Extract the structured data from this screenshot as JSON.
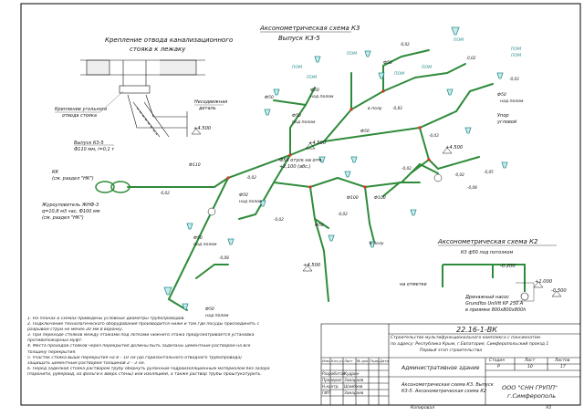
{
  "titles": {
    "k3_title": "Аксонометрическая схема К3",
    "k3_sub": "Выпуск К3-5",
    "k2_title": "Аксонометрическая схема К2",
    "mount_title": "Крепление отвода канализационного",
    "mount_title2": "стояка к лежаку"
  },
  "mount_labels": {
    "bracket": "Крепление угольного",
    "bracket2": "отвода стояка",
    "wall": "Несодвижная",
    "wall2": "деталь"
  },
  "labels": {
    "vypusk": "Выпуск К3-5",
    "vypusk_d": "Ф110 мм, i=0,1 т",
    "kk": "КК",
    "kk_sub": "(см. раздел \"НК\")",
    "zhb": "Журоуловитель ЖНФ-3",
    "zhb_sub": "q=10,8 м3 час, Ф100 мм",
    "zhb_sub2": "(см. раздел \"НК\")",
    "k3_pol": "К3 ф50 под потолком",
    "drain_pump": "Дренажный насос",
    "drain_pump2": "Grundfos Unilift KP 250 A",
    "drain_pump3": "в приямке 800х800х800h",
    "nasosnoi": "на отметке",
    "upor": "Упор",
    "upor2": "угловой",
    "otm1": "Ф50 отуск на отм.",
    "otm2": "+2,100 (абс.)"
  },
  "fittings": [
    "ПОМ",
    "ПОМ",
    "ПОМ",
    "ПОМ",
    "ПОМ",
    "ПОМ",
    "ПОМ",
    "ПОМ"
  ],
  "pipe_notes": [
    "Ф50",
    "Ф50",
    "Ф50",
    "Ф50",
    "Ф50",
    "Ф50",
    "Ф50",
    "Ф100",
    "Ф100",
    "Ф110",
    "Ф50",
    "Ф50",
    "Ф50"
  ],
  "pol": [
    "над полом",
    "в полу",
    "над полом",
    "под полом",
    "в полу",
    "над полом",
    "под полом",
    "над полом"
  ],
  "levels": [
    "+4.500",
    "+4.500",
    "+4.500",
    "+4.500",
    "+1.000",
    "-0.500",
    "-0.200",
    "-0,02",
    "-0,02",
    "0,02",
    "-0,02",
    "-0,03",
    "-0,02",
    "-0,08",
    "-0,02",
    "-0,08",
    "-0,02",
    "-0,83",
    "-0,02",
    "-0,03",
    "-0,05"
  ],
  "notes": [
    "1.     На планах и схемах приведены условные диаметры трубопроводов.",
    "2.     Подключение технологического оборудования производится ниже и там где посуды присоединять с",
    "разрывом струи не менее 20 мм в воронку.",
    "3.     При переходе стояков между этажами под лотками нижнего этажа предусматривается установка",
    "противопожарных муфт.",
    "4.     Места проходов стояков через перекрытия должны быть заделаны цементным раствором на все",
    "толщину перекрытия.",
    "5.     Участок стояка выше перекрытия на 8 – 10 см (до горизонтального отводного трубопровода)",
    "защищать цементным раствором толщиной 2 – 3 см.",
    "6.     Перед заделкой стояка раствором трубу обернуть рулонным гидроизоляционным материалом без зазора",
    "(паронити, рубероид, из фольги к вверх стены) или изоляцией, а также раствор трубы проштукатурить."
  ],
  "titleblock": {
    "code": "22.16-1-ВК",
    "project": "Строительство мультифункционального комплекса с пансионатом",
    "project2": "по адресу: Республика Крым, г.Евпатория, Симферопольский проезд 1",
    "project3": "Первый этап строительства",
    "building": "Административное здание",
    "stage_h": "Стадия",
    "sheet_h": "Лист",
    "sheets_h": "Листов",
    "stage": "Р",
    "sheet": "10",
    "sheets": "17",
    "drawing": "Аксонометрическая схема К3. Выпуск",
    "drawing2": "К3-5. Аксонометрическая схема К2",
    "company": "ООО \"СНН ГРУПП\"",
    "city": "г.Симферополь",
    "rows": [
      "Разработал",
      "Проверил",
      "Н.контр.",
      "ГИП"
    ],
    "names": [
      "Кудрин",
      "Замараев",
      "Шамбаев",
      "Замараев"
    ],
    "col_heads": [
      "Изм.",
      "Кол.уч.",
      "Лист",
      "№ док.",
      "Подп.",
      "Дата"
    ],
    "copied": "Копировал",
    "format": "А3"
  }
}
